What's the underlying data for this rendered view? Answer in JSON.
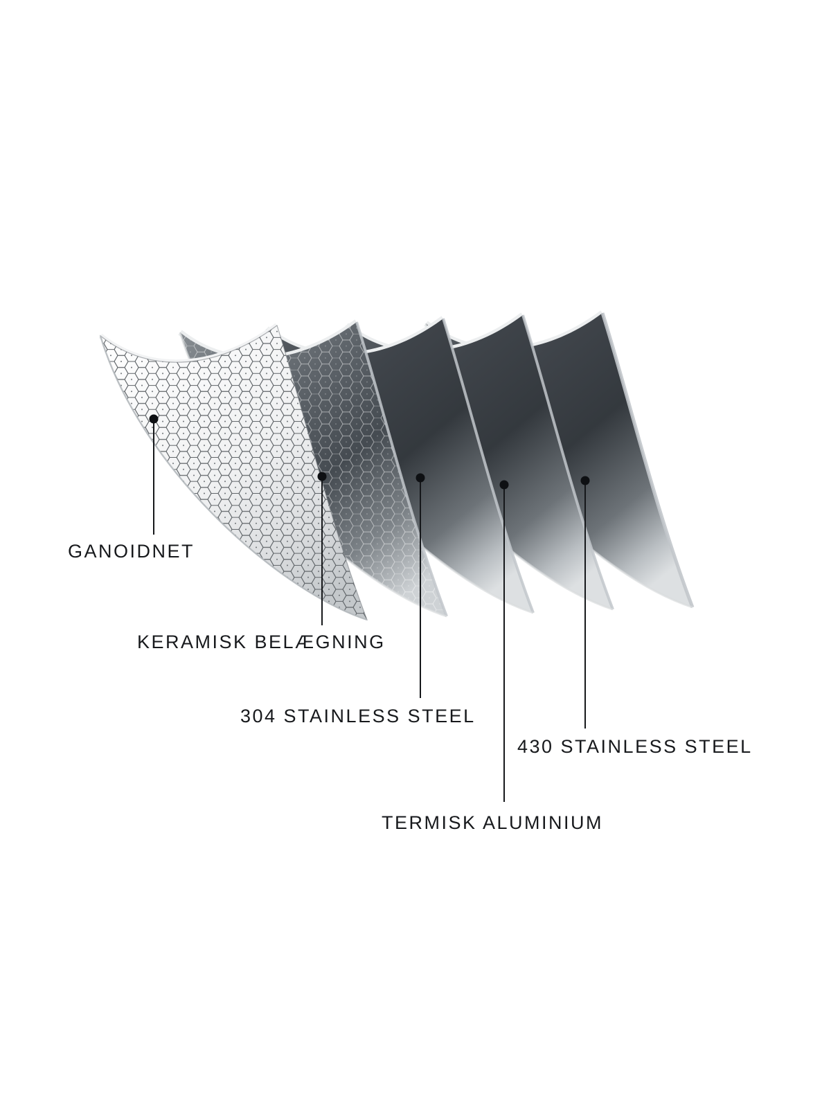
{
  "page": {
    "background_color": "#ffffff"
  },
  "diagram": {
    "type": "cookware-layer-stack",
    "layers": [
      {
        "id": "ganoidnet",
        "label": "GANOIDNET"
      },
      {
        "id": "keramisk-belaegning",
        "label": "KERAMISK BELÆGNING"
      },
      {
        "id": "304-stainless-steel",
        "label": "304 STAINLESS STEEL"
      },
      {
        "id": "termisk-aluminium",
        "label": "TERMISK ALUMINIUM"
      },
      {
        "id": "430-stainless-steel",
        "label": "430 STAINLESS STEEL"
      }
    ],
    "colors": {
      "label_text": "#17191c",
      "leader_line": "#15171a",
      "layer_dark": "#34393e",
      "layer_highlight": "#dde0e2",
      "net_layer": "#f0f1f2"
    }
  }
}
